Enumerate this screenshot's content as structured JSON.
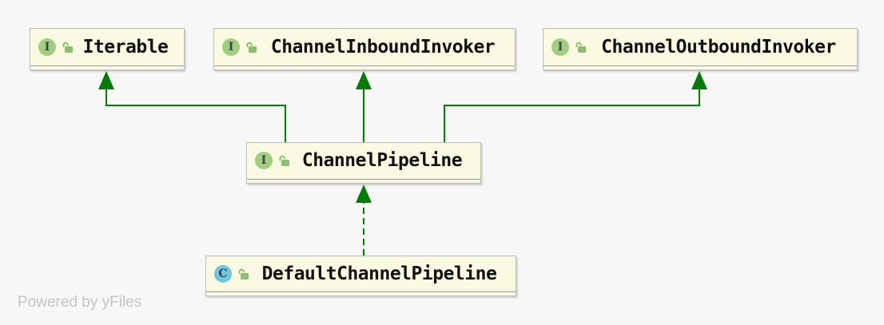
{
  "diagram": {
    "watermark": "Powered by yFiles",
    "nodes": [
      {
        "id": "iterable",
        "label": "Iterable",
        "kind": "interface",
        "badge_letter": "I"
      },
      {
        "id": "channel-inbound-invoker",
        "label": "ChannelInboundInvoker",
        "kind": "interface",
        "badge_letter": "I"
      },
      {
        "id": "channel-outbound-invoker",
        "label": "ChannelOutboundInvoker",
        "kind": "interface",
        "badge_letter": "I"
      },
      {
        "id": "channel-pipeline",
        "label": "ChannelPipeline",
        "kind": "interface",
        "badge_letter": "I"
      },
      {
        "id": "default-channel-pipeline",
        "label": "DefaultChannelPipeline",
        "kind": "class",
        "badge_letter": "C"
      }
    ],
    "edges": [
      {
        "from": "ChannelPipeline",
        "to": "Iterable",
        "style": "solid",
        "arrow": "filled-triangle"
      },
      {
        "from": "ChannelPipeline",
        "to": "ChannelInboundInvoker",
        "style": "solid",
        "arrow": "filled-triangle"
      },
      {
        "from": "ChannelPipeline",
        "to": "ChannelOutboundInvoker",
        "style": "solid",
        "arrow": "filled-triangle"
      },
      {
        "from": "DefaultChannelPipeline",
        "to": "ChannelPipeline",
        "style": "dashed",
        "arrow": "filled-triangle"
      }
    ],
    "colors": {
      "background": "#f7f7f7",
      "node_fill": "#fafae3",
      "node_border": "#bdbdbd",
      "edge_green": "#008000",
      "arrowhead_green": "#027c02",
      "interface_badge": "#a0cf80",
      "class_badge": "#6fc6e0",
      "lock_green": "#8cbf6d",
      "watermark": "#c5c5c5"
    }
  }
}
